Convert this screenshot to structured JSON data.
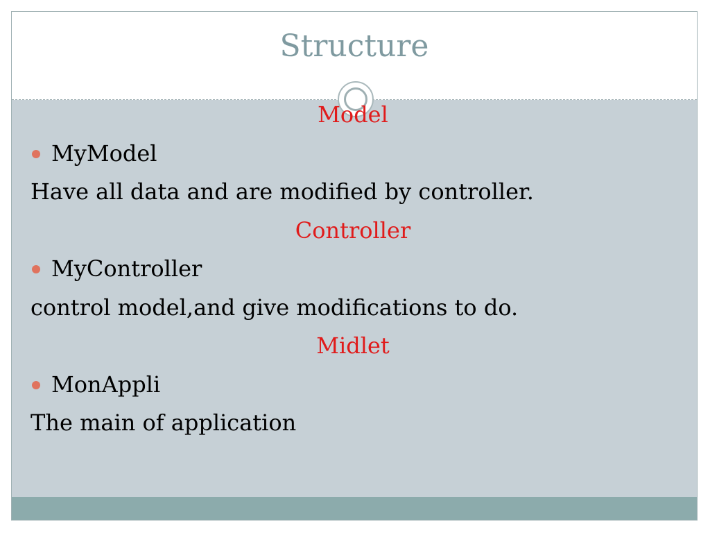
{
  "slide": {
    "title": "Structure",
    "sections": [
      {
        "heading": "Model",
        "bullet": "MyModel",
        "description": "Have all data and are modified by controller."
      },
      {
        "heading": "Controller",
        "bullet": "MyController",
        "description": "control model,and give modifications to do."
      },
      {
        "heading": "Midlet",
        "bullet": "MonAppli",
        "description": "The main of application"
      }
    ]
  },
  "colors": {
    "title": "#7f9aa0",
    "heading": "#e01b1b",
    "bullet": "#e0735e",
    "content_background": "#c6d0d6",
    "footer_bar": "#8cabac"
  }
}
